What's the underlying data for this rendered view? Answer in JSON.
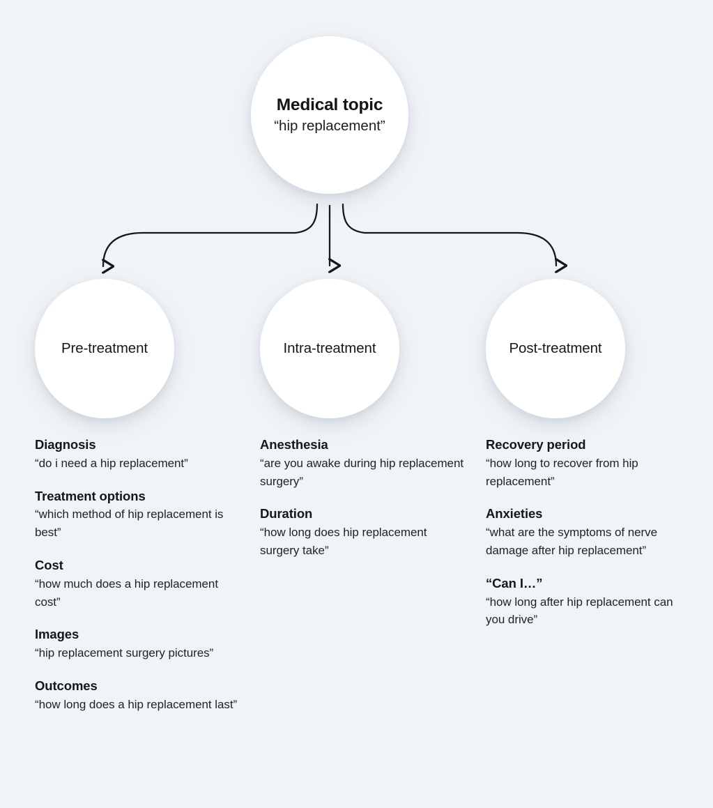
{
  "theme": {
    "background": "#f0f4f7",
    "node_fill": "#ffffff",
    "text": "#14171a",
    "connector": "#15181b"
  },
  "root": {
    "title": "Medical topic",
    "subtitle": "“hip replacement”"
  },
  "stages": [
    {
      "label": "Pre-treatment"
    },
    {
      "label": "Intra-treatment"
    },
    {
      "label": "Post-treatment"
    }
  ],
  "columns": [
    {
      "stage": "Pre-treatment",
      "entries": [
        {
          "title": "Diagnosis",
          "query": "“do i need a hip replacement”"
        },
        {
          "title": "Treatment options",
          "query": "“which method of hip replacement is best”"
        },
        {
          "title": "Cost",
          "query": "“how much does a hip replacement cost”"
        },
        {
          "title": "Images",
          "query": "“hip replacement surgery pictures”"
        },
        {
          "title": "Outcomes",
          "query": "“how long does a hip replacement last”"
        }
      ]
    },
    {
      "stage": "Intra-treatment",
      "entries": [
        {
          "title": "Anesthesia",
          "query": "“are you awake during hip replacement surgery”"
        },
        {
          "title": "Duration",
          "query": "“how long does hip replacement surgery take”"
        }
      ]
    },
    {
      "stage": "Post-treatment",
      "entries": [
        {
          "title": "Recovery period",
          "query": "“how long to recover from hip replacement”"
        },
        {
          "title": "Anxieties",
          "query": "“what are the symptoms of nerve damage after hip replacement”"
        },
        {
          "title": "“Can I…”",
          "query": "“how long after hip replacement can you drive”"
        }
      ]
    }
  ],
  "connectors": [
    {
      "name": "root-to-pre-treatment",
      "kind": "curved-left-arrow"
    },
    {
      "name": "root-to-intra-treatment",
      "kind": "straight-down-arrow"
    },
    {
      "name": "root-to-post-treatment",
      "kind": "curved-right-arrow"
    }
  ]
}
